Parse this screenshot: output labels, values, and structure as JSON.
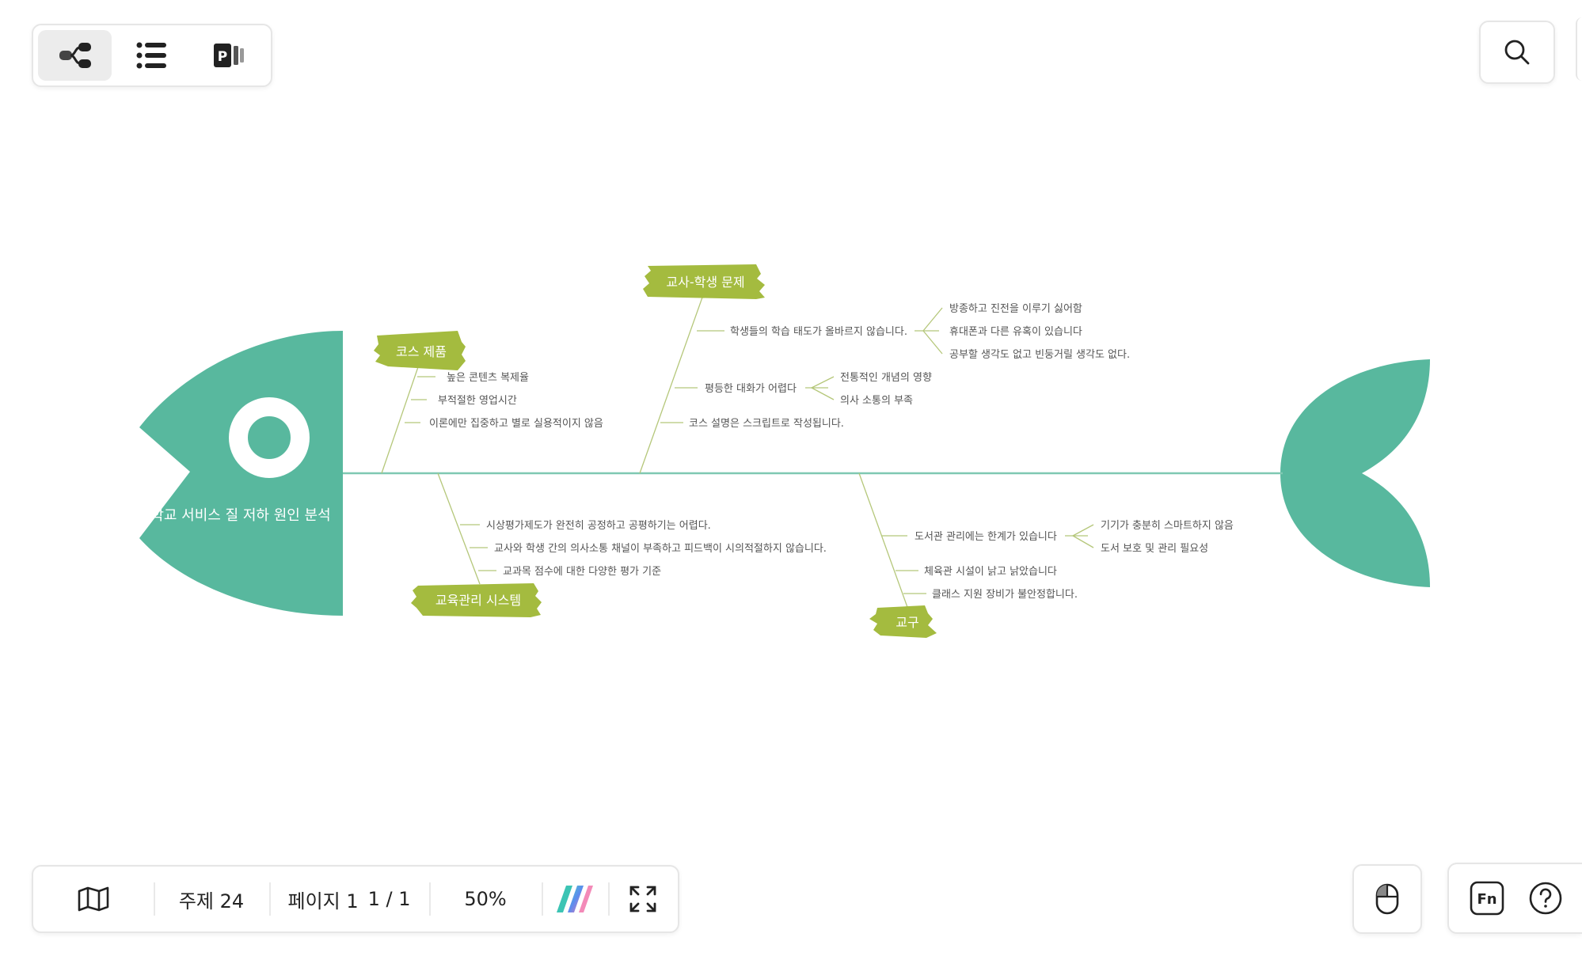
{
  "toolbar": {
    "views": [
      {
        "icon": "mindmap-icon",
        "active": true
      },
      {
        "icon": "outline-list-icon",
        "active": false
      },
      {
        "icon": "presentation-icon",
        "active": false
      }
    ],
    "search_icon": "search-icon"
  },
  "diagram": {
    "title": "학교 서비스 질 저하 원인 분석",
    "colors": {
      "fish": "#58b89e",
      "spine": "#7fc8b2",
      "category": "#a4bb3f",
      "branch": "#b5c77a",
      "text": "#555555"
    },
    "categories": [
      {
        "id": "course",
        "label": "코스 제품",
        "side": "top",
        "items": [
          {
            "text": "높은 콘텐츠 복제율"
          },
          {
            "text": "부적절한 영업시간"
          },
          {
            "text": "이론에만 집중하고 별로 실용적이지 않음"
          }
        ]
      },
      {
        "id": "teacher",
        "label": "교사-학생 문제",
        "side": "top",
        "items": [
          {
            "text": "학생들의 학습 태도가 올바르지 않습니다.",
            "subs": [
              "방종하고 진전을 이루기 싫어함",
              "휴대폰과 다른 유혹이 있습니다",
              "공부할 생각도 없고 빈둥거릴 생각도 없다."
            ]
          },
          {
            "text": "평등한 대화가 어렵다",
            "subs": [
              "전통적인 개념의 영향",
              "의사 소통의 부족"
            ]
          },
          {
            "text": "코스 설명은 스크립트로 작성됩니다."
          }
        ]
      },
      {
        "id": "edu",
        "label": "교육관리 시스템",
        "side": "bottom",
        "items": [
          {
            "text": "시상평가제도가 완전히 공정하고 공평하기는 어렵다."
          },
          {
            "text": "교사와 학생 간의 의사소통 채널이 부족하고 피드백이 시의적절하지 않습니다."
          },
          {
            "text": "교과목 점수에 대한 다양한 평가 기준"
          }
        ]
      },
      {
        "id": "tools",
        "label": "교구",
        "side": "bottom",
        "items": [
          {
            "text": "도서관 관리에는 한계가 있습니다",
            "subs": [
              "기기가 충분히 스마트하지 않음",
              "도서 보호 및 관리 필요성"
            ]
          },
          {
            "text": "체육관 시설이 낡고 낡았습니다"
          },
          {
            "text": "클래스 지원 장비가 불안정합니다."
          }
        ]
      }
    ]
  },
  "bottom_bar": {
    "map_icon": "map-icon",
    "topics_label": "주제 24",
    "page_label": "페이지 1",
    "page_count": "1 / 1",
    "zoom": "50%",
    "logo_icon": "app-logo-icon",
    "fullscreen_icon": "fullscreen-icon"
  },
  "side_controls": {
    "mouse_icon": "mouse-icon",
    "fn_icon": "fn-key-icon",
    "help_icon": "help-icon"
  }
}
